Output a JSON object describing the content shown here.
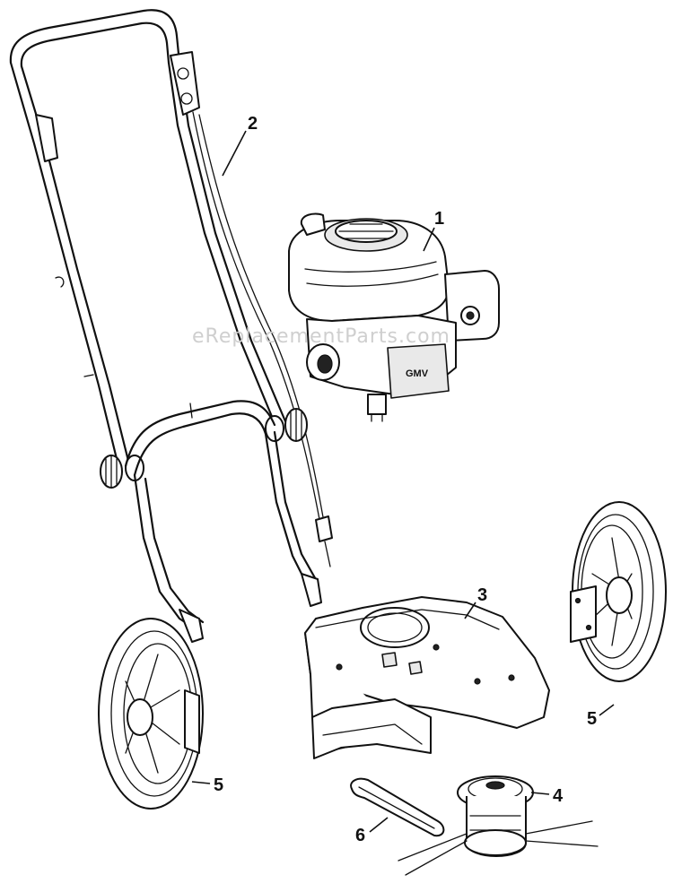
{
  "diagram": {
    "watermark": "eReplacementParts.com",
    "callouts": [
      {
        "id": "engine",
        "label": "1"
      },
      {
        "id": "handle",
        "label": "2"
      },
      {
        "id": "deck",
        "label": "3"
      },
      {
        "id": "trimmer-head",
        "label": "4"
      },
      {
        "id": "wheel-right",
        "label": "5"
      },
      {
        "id": "wheel-left",
        "label": "5"
      },
      {
        "id": "belt",
        "label": "6"
      }
    ],
    "engine_badge": "GMV"
  }
}
